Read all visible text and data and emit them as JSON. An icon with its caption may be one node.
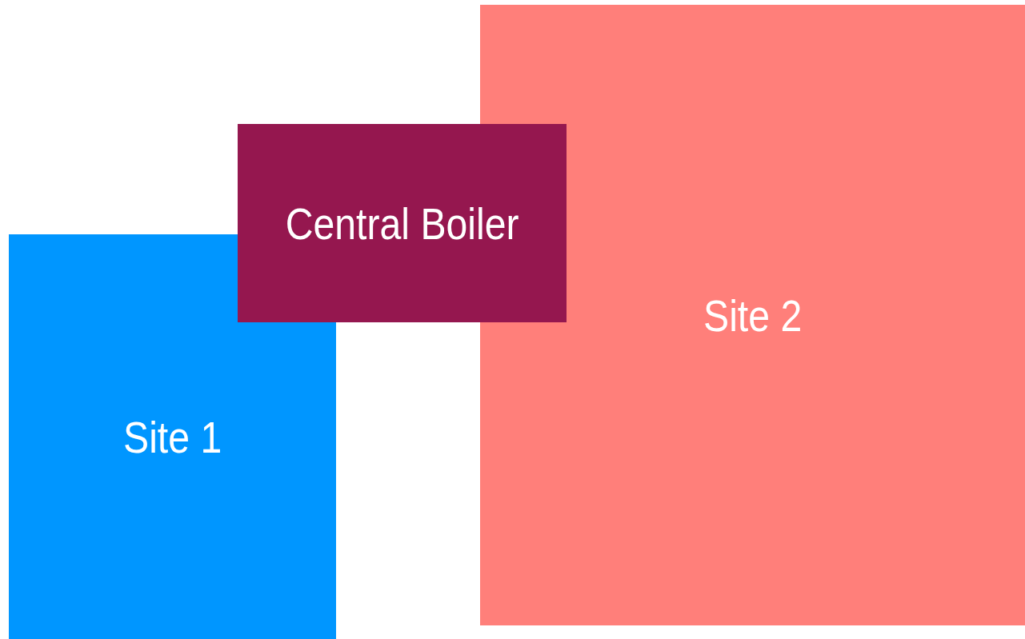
{
  "diagram": {
    "nodes": [
      {
        "text": [
          "Central Boiler"
        ]
      },
      {
        "text": [
          "Site 2"
        ]
      },
      {
        "text": [
          "Site 1"
        ]
      }
    ]
  }
}
